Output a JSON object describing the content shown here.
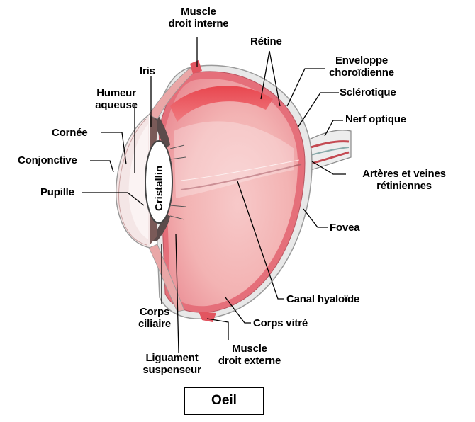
{
  "diagram": {
    "caption": "Oeil",
    "labels": {
      "muscle_droit_interne": [
        "Muscle",
        "droit interne"
      ],
      "retine": "Rétine",
      "enveloppe_choroidienne": [
        "Enveloppe",
        "choroïdienne"
      ],
      "sclerotique": "Sclérotique",
      "nerf_optique": "Nerf optique",
      "arteres_veines": [
        "Artères et veines",
        "rétiniennes"
      ],
      "iris": "Iris",
      "humeur_aqueuse": [
        "Humeur",
        "aqueuse"
      ],
      "cornee": "Cornée",
      "conjonctive": "Conjonctive",
      "pupille": "Pupille",
      "cristallin": "Cristallin",
      "fovea": "Fovea",
      "canal_hyaloide": "Canal hyaloïde",
      "corps_vitre": "Corps vitré",
      "corps_ciliaire": [
        "Corps",
        "ciliaire"
      ],
      "ligament_suspenseur": [
        "Liguament",
        "suspenseur"
      ],
      "muscle_droit_externe": [
        "Muscle",
        "droit externe"
      ]
    }
  }
}
